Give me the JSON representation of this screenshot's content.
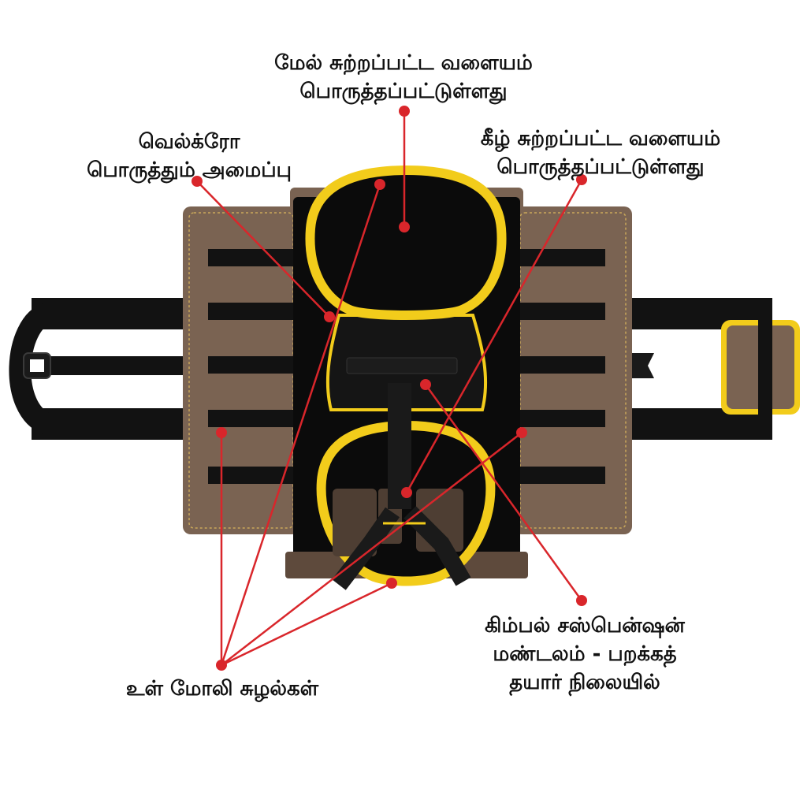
{
  "callouts": {
    "upper_ring": {
      "line1": "மேல் சுற்றப்பட்ட வளையம்",
      "line2": "பொருத்தப்பட்டுள்ளது"
    },
    "velcro": {
      "line1": "வெல்க்ரோ",
      "line2": "பொருத்தும் அமைப்பு"
    },
    "lower_ring": {
      "line1": "கீழ் சுற்றப்பட்ட வளையம்",
      "line2": "பொருத்தப்பட்டுள்ளது"
    },
    "gimbal": {
      "line1": "கிம்பல் சஸ்பென்ஷன்",
      "line2": "மண்டலம் - பறக்கத்",
      "line3": "தயார் நிலையில்"
    },
    "molle": {
      "line1": "உள் மோலி சுழல்கள்"
    }
  },
  "colors": {
    "bag_brown": "#7a6352",
    "bag_brown_dark": "#5e4a3c",
    "trim_yellow": "#f2cc1b",
    "strap_black": "#121212",
    "interior_black": "#0b0b0b",
    "callout_red": "#d9262b"
  }
}
